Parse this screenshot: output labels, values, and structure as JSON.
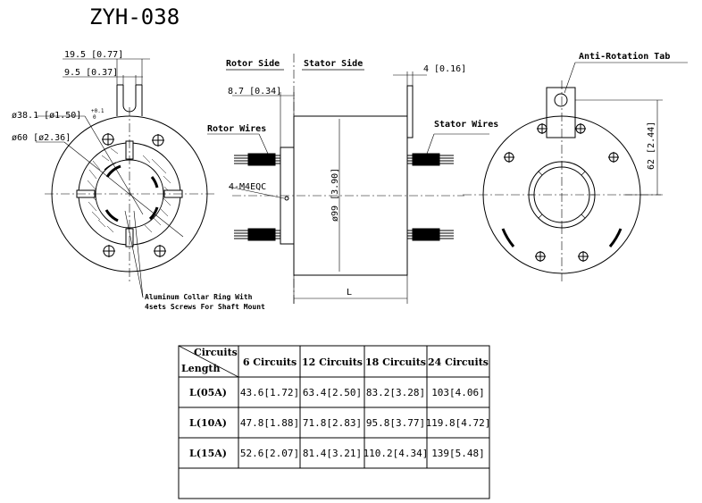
{
  "title": "ZYH-038",
  "left_view": {
    "dim_tab_width": "19.5 [0.77]",
    "dim_tab_slot": "9.5 [0.37]",
    "dim_inner_dia": "ø38.1 [ø1.50]",
    "dim_tolerance_top": "+0.1",
    "dim_tolerance_bottom": "0",
    "dim_outer_dia": "ø60 [ø2.36]",
    "collar_note_line1": "Aluminum Collar Ring With",
    "collar_note_line2": "4sets Screws For Shaft Mount"
  },
  "side_view": {
    "rotor_side": "Rotor Side",
    "stator_side": "Stator Side",
    "dim_flange": "8.7 [0.34]",
    "dim_tab_thickness": "4 [0.16]",
    "rotor_wires": "Rotor Wires",
    "stator_wires": "Stator Wires",
    "holes": "4-M4EQC",
    "body_dia": "ø99 [3.90]",
    "length": "L"
  },
  "right_view": {
    "anti_rotation": "Anti-Rotation Tab",
    "dim_tab_height": "62 [2.44]"
  },
  "table": {
    "corner_top": "Circuits",
    "corner_bottom": "Length",
    "headers": [
      "6 Circuits",
      "12 Circuits",
      "18 Circuits",
      "24 Circuits"
    ],
    "rows": [
      {
        "label": "L(05A)",
        "cells": [
          "43.6[1.72]",
          "63.4[2.50]",
          "83.2[3.28]",
          "103[4.06]"
        ]
      },
      {
        "label": "L(10A)",
        "cells": [
          "47.8[1.88]",
          "71.8[2.83]",
          "95.8[3.77]",
          "119.8[4.72]"
        ]
      },
      {
        "label": "L(15A)",
        "cells": [
          "52.6[2.07]",
          "81.4[3.21]",
          "110.2[4.34]",
          "139[5.48]"
        ]
      }
    ]
  }
}
